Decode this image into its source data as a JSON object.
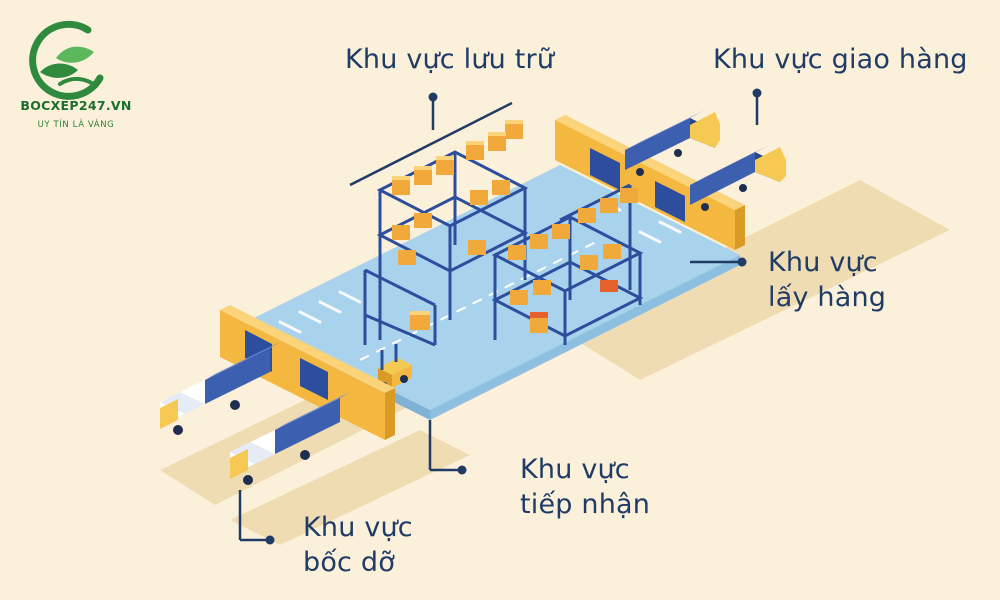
{
  "logo": {
    "brand": "BOCXEP247.VN",
    "slogan": "UY TÍN LÀ VÀNG"
  },
  "zones": {
    "storage": "Khu vực lưu trữ",
    "delivery": "Khu vực giao hàng",
    "picking_line1": "Khu vực",
    "picking_line2": "lấy hàng",
    "receiving_line1": "Khu vực",
    "receiving_line2": "tiếp nhận",
    "loading_line1": "Khu vực",
    "loading_line2": "bốc dỡ"
  },
  "colors": {
    "background": "#fbf1db",
    "floor": "#a9d2ec",
    "wall": "#f4b73f",
    "rack": "#2c4e9c",
    "box": "#f2a93b",
    "truck_body": "#3d5fb0",
    "truck_cab": "#f6c955",
    "text": "#1f3b66",
    "brand": "#1c6d2e"
  }
}
